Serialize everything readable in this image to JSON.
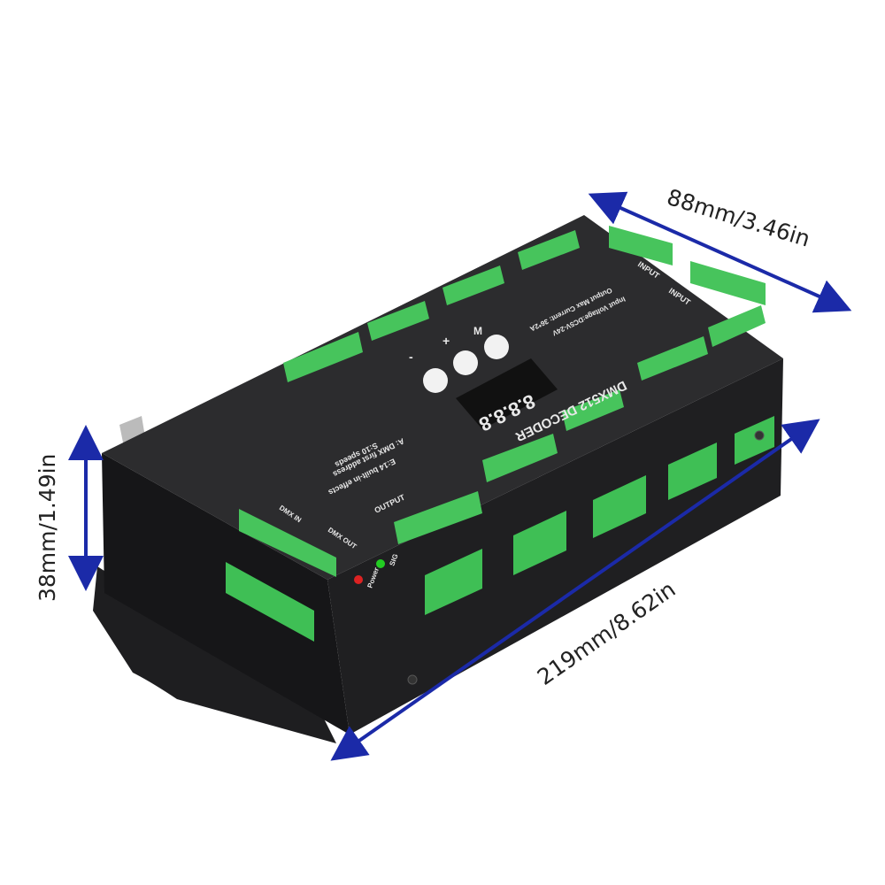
{
  "dimensions": {
    "width": "88mm/3.46in",
    "height": "38mm/1.49in",
    "length": "219mm/8.62in"
  },
  "device": {
    "title": "DMX512 DECODER",
    "voltage": "Input Voltage:DC5V-24V",
    "current": "Output Max Current: 36*2A",
    "mode_a": "A: DMX first address",
    "mode_s": "S:10 speeds",
    "mode_e": "E:14 built-in effects",
    "display": "8.8.8.8",
    "button_minus": "-",
    "button_plus": "+",
    "button_m": "M",
    "input_label": "INPUT",
    "output_label": "OUTPUT",
    "dmx_in": "DMX IN",
    "dmx_out": "DMX OUT",
    "led_sig": "SIG",
    "led_power": "Power"
  },
  "colors": {
    "arrow": "#1b2aa8",
    "body": "#2a2a2c",
    "terminal": "#3fbf55"
  }
}
